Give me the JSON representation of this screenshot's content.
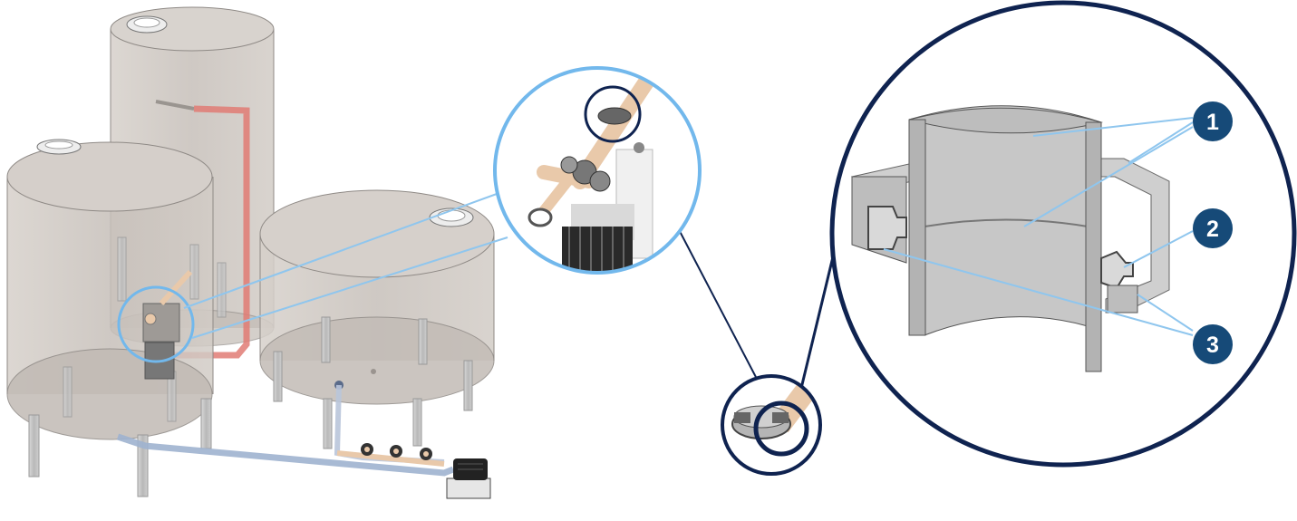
{
  "colors": {
    "navy": "#0f2350",
    "light_blue": "#72b8ec",
    "callout_blue": "#8fc6ee",
    "tank_fill": "#cdc6c0",
    "tank_edge": "#8f8a86",
    "hot_pipe": "#e07b74",
    "cold_pipe": "#9fb3cf",
    "fitting": "#e9c9aa",
    "steel": "#c4c4c4",
    "badge": "#164a78"
  },
  "callouts": [
    {
      "number": "1"
    },
    {
      "number": "2"
    },
    {
      "number": "3"
    }
  ]
}
